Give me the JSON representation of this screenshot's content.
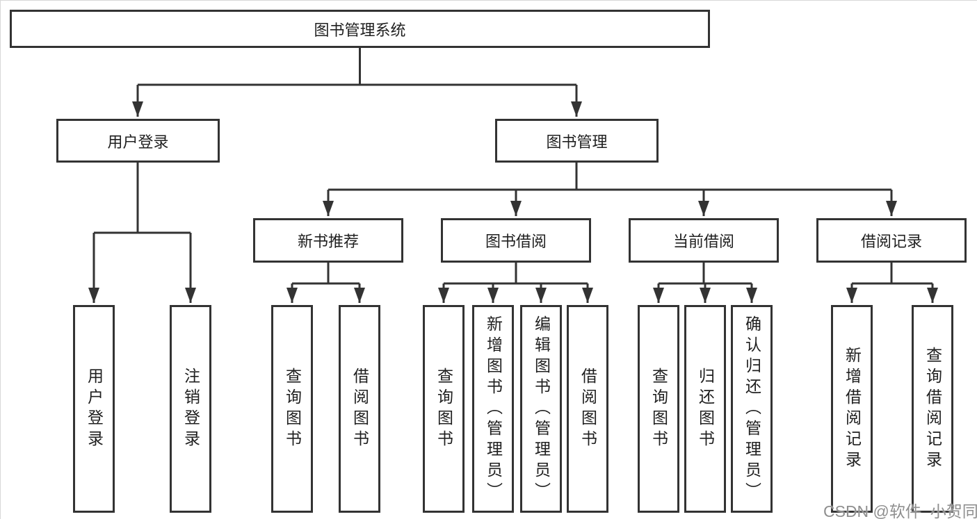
{
  "diagram": {
    "nodes": {
      "root": "图书管理系统",
      "user_login": "用户登录",
      "book_management": "图书管理",
      "new_book_recommend": "新书推荐",
      "book_borrow": "图书借阅",
      "current_borrow": "当前借阅",
      "borrow_record": "借阅记录",
      "leaf_user_login": "用户登录",
      "leaf_logout": "注销登录",
      "leaf_nb_query_books": "查询图书",
      "leaf_nb_borrow_books": "借阅图书",
      "leaf_bb_query_books": "查询图书",
      "leaf_bb_add_book_admin": "新增图书（管理员）",
      "leaf_bb_edit_book_admin": "编辑图书（管理员）",
      "leaf_bb_borrow_books": "借阅图书",
      "leaf_cb_query_books": "查询图书",
      "leaf_cb_return_books": "归还图书",
      "leaf_cb_confirm_return_admin": "确认归还（管理员）",
      "leaf_br_add_record": "新增借阅记录",
      "leaf_br_query_record": "查询借阅记录"
    },
    "watermark": "CSDN @软件_小贺同学",
    "colors": {
      "line": "#333333",
      "box_border": "#333333",
      "text": "#1f1f1f",
      "watermark": "#8f8f8f",
      "background": "#ffffff"
    }
  }
}
